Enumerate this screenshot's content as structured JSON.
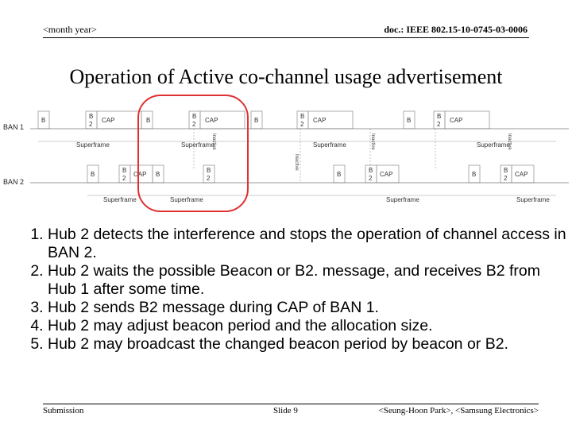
{
  "header": {
    "left": "<month year>",
    "right": "doc.: IEEE 802.15-10-0745-03-0006"
  },
  "title": "Operation of Active co-channel usage advertisement",
  "diagram": {
    "ban1_label": "BAN 1",
    "ban2_label": "BAN 2",
    "beacon": "B",
    "b2_top": "B",
    "b2_bottom": "2",
    "cap": "CAP",
    "superframe": "Superframe",
    "inactive": "Inactive",
    "highlight_color": "#e03030"
  },
  "steps": [
    "Hub 2 detects the interference and stops the operation of channel access in BAN 2.",
    "Hub 2 waits the possible Beacon or B2. message, and receives B2 from Hub 1 after some time.",
    "Hub 2 sends B2 message during CAP of BAN 1.",
    "Hub 2 may adjust beacon period and the allocation size.",
    "Hub 2 may broadcast the changed beacon period by beacon or B2."
  ],
  "footer": {
    "left": "Submission",
    "center": "Slide 9",
    "right": "<Seung-Hoon Park>, <Samsung Electronics>"
  }
}
